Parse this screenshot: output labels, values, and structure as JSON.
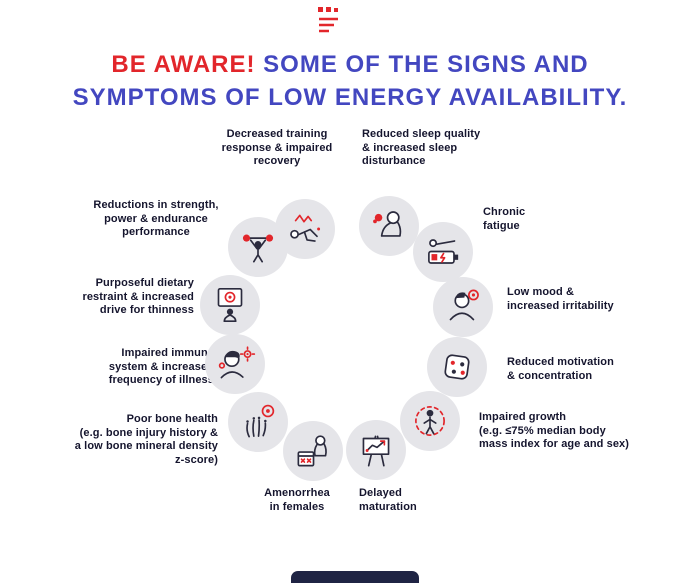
{
  "title": {
    "highlight": "BE AWARE!",
    "line1_rest": "SOME OF THE SIGNS AND",
    "line2": "SYMPTOMS OF LOW ENERGY AVAILABILITY."
  },
  "colors": {
    "accent_red": "#e2262b",
    "title_blue": "#4347c0",
    "text_dark": "#15152e",
    "circle_gray": "#e5e5e9",
    "footer_navy": "#1f2444"
  },
  "symptoms": [
    {
      "label": "Decreased training\nresponse & impaired\nrecovery",
      "icon": "training-recovery-icon"
    },
    {
      "label": "Reduced sleep quality\n& increased sleep\ndisturbance",
      "icon": "sleep-icon"
    },
    {
      "label": "Chronic\nfatigue",
      "icon": "chronic-fatigue-icon"
    },
    {
      "label": "Low mood &\nincreased irritability",
      "icon": "low-mood-icon"
    },
    {
      "label": "Reduced motivation\n& concentration",
      "icon": "motivation-icon"
    },
    {
      "label": "Impaired growth\n(e.g. ≤75% median body\nmass index for age and sex)",
      "icon": "impaired-growth-icon"
    },
    {
      "label": "Delayed\nmaturation",
      "icon": "delayed-maturation-icon"
    },
    {
      "label": "Amenorrhea\nin females",
      "icon": "amenorrhea-icon"
    },
    {
      "label": "Poor bone health\n(e.g. bone injury history &\na low bone mineral density\nz-score)",
      "icon": "bone-health-icon"
    },
    {
      "label": "Impaired immune\nsystem & increased\nfrequency of illness",
      "icon": "immune-system-icon"
    },
    {
      "label": "Purposeful dietary\nrestraint & increased\ndrive for thinness",
      "icon": "dietary-restraint-icon"
    },
    {
      "label": "Reductions in strength,\npower & endurance\nperformance",
      "icon": "strength-performance-icon"
    }
  ]
}
